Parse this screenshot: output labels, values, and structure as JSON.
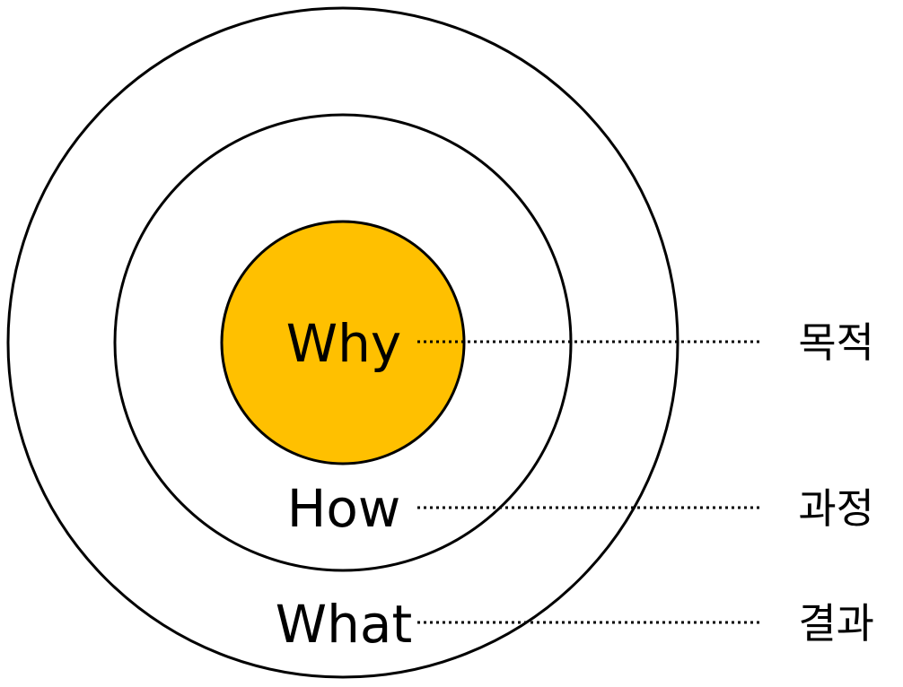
{
  "diagram": {
    "colors": {
      "core_fill": "#FFC000",
      "ring_stroke": "#000000",
      "background": "#FFFFFF"
    },
    "rings": [
      {
        "id": "why",
        "label": "Why",
        "meaning": "목적"
      },
      {
        "id": "how",
        "label": "How",
        "meaning": "과정"
      },
      {
        "id": "what",
        "label": "What",
        "meaning": "결과"
      }
    ]
  }
}
